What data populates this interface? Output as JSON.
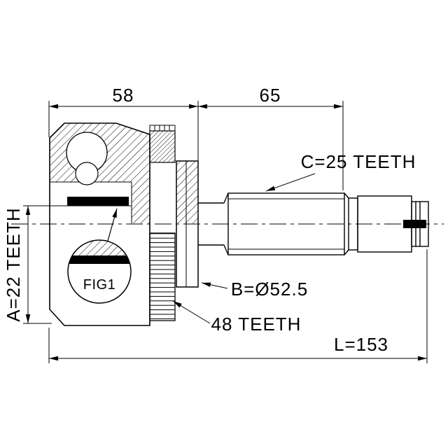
{
  "drawing": {
    "fig_label": "FIG1",
    "labels": {
      "dim_left_width": "58",
      "dim_right_width": "65",
      "shaft_spline": "C=25 TEETH",
      "inner_spline": "A=22 TEETH",
      "outer_diameter": "B=Ø52.5",
      "abs_ring": "48 TEETH",
      "overall_length": "L=153"
    },
    "colors": {
      "line": "#000000",
      "background": "#ffffff"
    }
  }
}
